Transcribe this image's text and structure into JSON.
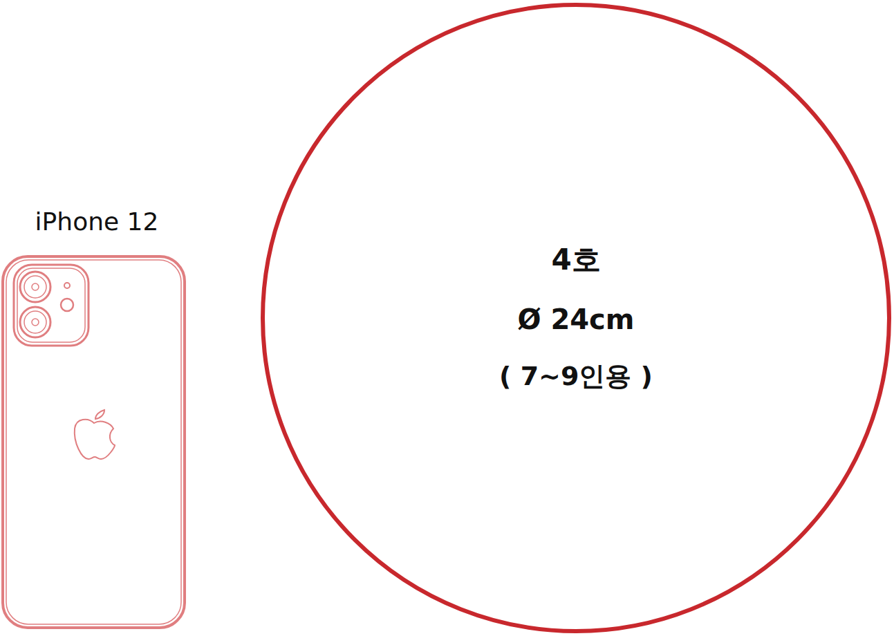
{
  "diagram": {
    "nodes": [
      {
        "text": [
          "iPhone 12"
        ]
      },
      {
        "text": [
          "4호",
          "Ø 24cm",
          "( 7~9인용 )"
        ]
      }
    ]
  }
}
